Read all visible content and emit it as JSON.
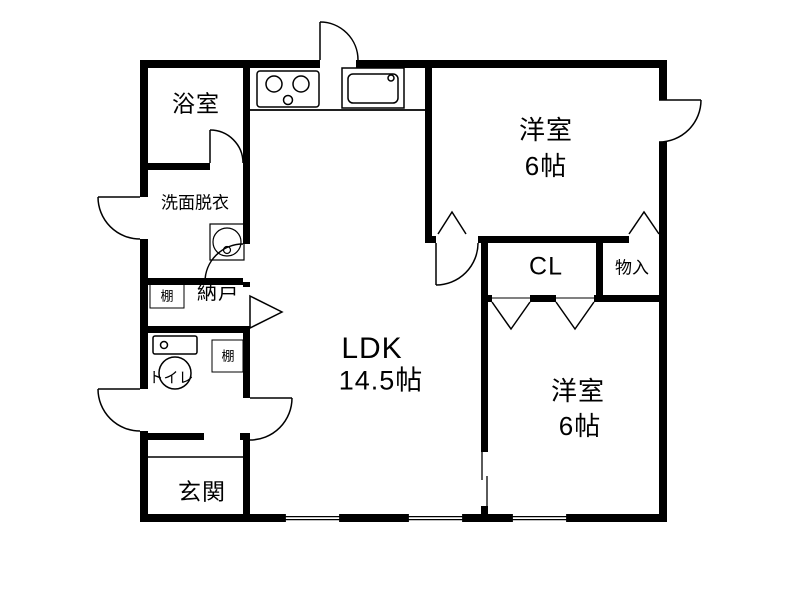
{
  "floorplan": {
    "background": "#ffffff",
    "wall_color": "#000000",
    "rooms": {
      "bathroom": {
        "label": "浴室"
      },
      "washroom": {
        "label": "洗面脱衣"
      },
      "storeroom": {
        "label": "納戸"
      },
      "shelf_storeroom": {
        "label": "棚"
      },
      "shelf_toilet": {
        "label": "棚"
      },
      "toilet": {
        "label": "トイレ"
      },
      "entrance": {
        "label": "玄関"
      },
      "ldk": {
        "label": "LDK",
        "size": "14.5帖"
      },
      "bedroom_top": {
        "label": "洋室",
        "size": "6帖"
      },
      "closet": {
        "label": "CL"
      },
      "storage": {
        "label": "物入"
      },
      "bedroom_bottom": {
        "label": "洋室",
        "size": "6帖"
      }
    }
  }
}
